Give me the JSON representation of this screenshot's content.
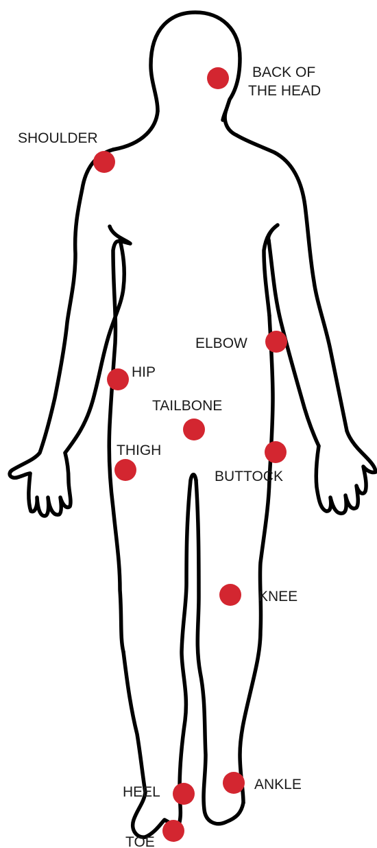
{
  "diagram": {
    "colors": {
      "marker": "#d32630",
      "outline": "#000000",
      "text": "#1a1a1a",
      "background": "#ffffff"
    },
    "points": [
      {
        "id": "back-of-head",
        "lines": [
          "BACK OF",
          "THE HEAD"
        ]
      },
      {
        "id": "shoulder",
        "lines": [
          "SHOULDER"
        ]
      },
      {
        "id": "elbow",
        "lines": [
          "ELBOW"
        ]
      },
      {
        "id": "hip",
        "lines": [
          "HIP"
        ]
      },
      {
        "id": "tailbone",
        "lines": [
          "TAILBONE"
        ]
      },
      {
        "id": "thigh",
        "lines": [
          "THIGH"
        ]
      },
      {
        "id": "buttock",
        "lines": [
          "BUTTOCK"
        ]
      },
      {
        "id": "knee",
        "lines": [
          "KNEE"
        ]
      },
      {
        "id": "ankle",
        "lines": [
          "ANKLE"
        ]
      },
      {
        "id": "heel",
        "lines": [
          "HEEL"
        ]
      },
      {
        "id": "toe",
        "lines": [
          "TOE"
        ]
      }
    ]
  }
}
